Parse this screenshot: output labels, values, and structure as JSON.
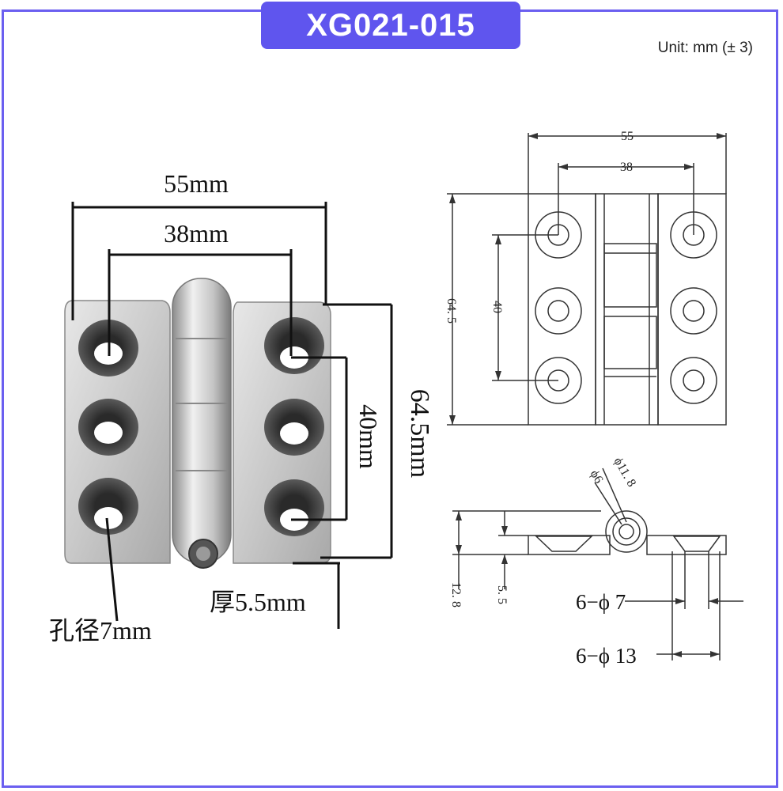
{
  "title": "XG021-015",
  "unit_note": "Unit: mm (± 3)",
  "photo": {
    "width_label": "55mm",
    "hole_spacing_label": "38mm",
    "vertical_spacing_label": "40mm",
    "height_label": "64.5mm",
    "thickness_label": "厚5.5mm",
    "hole_diameter_label": "孔径7mm"
  },
  "drawing": {
    "width": "55",
    "hole_spacing": "38",
    "height": "64. 5",
    "vertical_spacing": "40",
    "knuckle_outer": "ϕ11. 8",
    "knuckle_inner": "ϕ6",
    "total_thickness": "12. 8",
    "leaf_thickness": "5. 5",
    "hole_small": "6−ϕ 7",
    "hole_large": "6−ϕ 13"
  },
  "colors": {
    "accent": "#5f55ee",
    "frame": "#6b5ff0"
  }
}
